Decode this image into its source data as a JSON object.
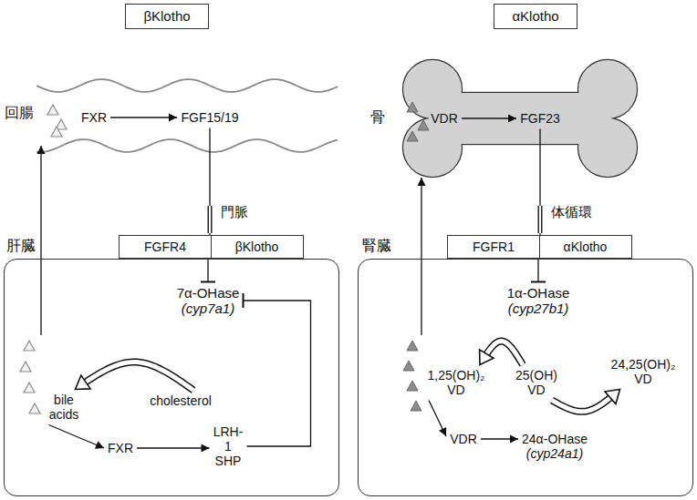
{
  "diagram": {
    "nodes": [
      {
        "text": [
          "βKlotho"
        ]
      },
      {
        "text": [
          "回腸"
        ]
      },
      {
        "text": [
          "FXR"
        ],
        "in": 1
      },
      {
        "text": [
          "FGF15/19"
        ],
        "in": 1
      },
      {
        "text": [
          "FGFR4",
          "βKlotho"
        ]
      },
      {
        "text": [
          "肝臓"
        ]
      },
      {
        "text": [
          "7α-OHase",
          "(cyp7a1)"
        ],
        "in": 5
      },
      {
        "text": [
          "bile acids"
        ],
        "in": 5
      },
      {
        "text": [
          "cholesterol"
        ],
        "in": 5
      },
      {
        "text": [
          "FXR"
        ],
        "in": 5
      },
      {
        "text": [
          "LRH-1 SHP"
        ],
        "in": 5
      },
      {
        "text": [
          "αKlotho"
        ]
      },
      {
        "text": [
          "骨"
        ]
      },
      {
        "text": [
          "VDR"
        ],
        "in": 12
      },
      {
        "text": [
          "FGF23"
        ],
        "in": 12
      },
      {
        "text": [
          "FGFR1",
          "αKlotho"
        ]
      },
      {
        "text": [
          "腎臓"
        ]
      },
      {
        "text": [
          "1α-OHase",
          "(cyp27b1)"
        ],
        "in": 16
      },
      {
        "text": [
          "1,25(OH)₂ VD"
        ],
        "in": 16
      },
      {
        "text": [
          "25(OH) VD"
        ],
        "in": 16
      },
      {
        "text": [
          "24,25(OH)₂ VD"
        ],
        "in": 16
      },
      {
        "text": [
          "VDR"
        ],
        "in": 16
      },
      {
        "text": [
          "24α-OHase",
          "(cyp24a1)"
        ],
        "in": 16
      }
    ],
    "edges": [
      {
        "from": 2,
        "to": 3,
        "arrow": "to"
      },
      {
        "from": 3,
        "to": 4,
        "label": "門脈",
        "arrow": "none"
      },
      {
        "from": 4,
        "to": 6,
        "arrow": "to"
      },
      {
        "from": 5,
        "to": 1,
        "arrow": "to"
      },
      {
        "from": 8,
        "to": 7,
        "arrow": "to"
      },
      {
        "from": 7,
        "to": 9,
        "arrow": "to"
      },
      {
        "from": 9,
        "to": 10,
        "arrow": "to"
      },
      {
        "from": 10,
        "to": 6,
        "arrow": "to"
      },
      {
        "from": 13,
        "to": 14,
        "arrow": "to"
      },
      {
        "from": 14,
        "to": 15,
        "label": "体循環",
        "arrow": "none"
      },
      {
        "from": 15,
        "to": 17,
        "arrow": "to"
      },
      {
        "from": 16,
        "to": 12,
        "arrow": "to"
      },
      {
        "from": 19,
        "to": 18,
        "arrow": "to"
      },
      {
        "from": 19,
        "to": 20,
        "arrow": "to"
      },
      {
        "from": 18,
        "to": 21,
        "arrow": "to"
      },
      {
        "from": 21,
        "to": 22,
        "arrow": "to"
      }
    ]
  }
}
